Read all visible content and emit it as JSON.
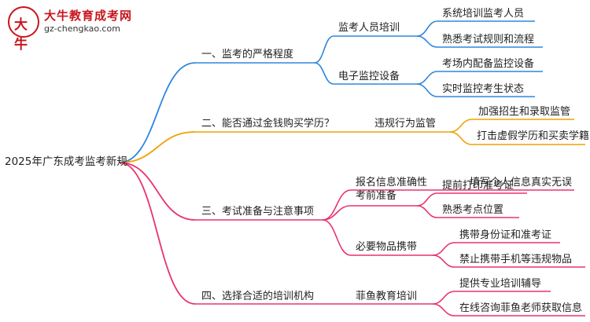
{
  "logo": {
    "title": "大牛教育成考网",
    "url": "gz-chengkao.com"
  },
  "root": {
    "label": "2025年广东成考监考新规"
  },
  "colors": {
    "branch1": "#2f86e0",
    "branch2": "#f0a200",
    "branch3": "#e8336d",
    "branch4": "#e8336d",
    "brand": "#c7161d"
  },
  "branches": [
    {
      "label": "一、监考的严格程度",
      "children": [
        {
          "label": "监考人员培训",
          "children": [
            {
              "label": "系统培训监考人员"
            },
            {
              "label": "熟悉考试规则和流程"
            }
          ]
        },
        {
          "label": "电子监控设备",
          "children": [
            {
              "label": "考场内配备监控设备"
            },
            {
              "label": "实时监控考生状态"
            }
          ]
        }
      ]
    },
    {
      "label": "二、能否通过金钱购买学历？",
      "children": [
        {
          "label": "违规行为监管",
          "children": [
            {
              "label": "加强招生和录取监管"
            },
            {
              "label": "打击虚假学历和买卖学籍"
            }
          ]
        }
      ]
    },
    {
      "label": "三、考试准备与注意事项",
      "children": [
        {
          "label": "报名信息准确性",
          "children": [
            {
              "label": "填写个人信息真实无误"
            }
          ]
        },
        {
          "label": "考前准备",
          "children": [
            {
              "label": "提前打印准考证"
            },
            {
              "label": "熟悉考点位置"
            }
          ]
        },
        {
          "label": "必要物品携带",
          "children": [
            {
              "label": "携带身份证和准考证"
            },
            {
              "label": "禁止携带手机等违规物品"
            }
          ]
        }
      ]
    },
    {
      "label": "四、选择合适的培训机构",
      "children": [
        {
          "label": "菲鱼教育培训",
          "children": [
            {
              "label": "提供专业培训辅导"
            },
            {
              "label": "在线咨询菲鱼老师获取信息"
            }
          ]
        }
      ]
    }
  ]
}
